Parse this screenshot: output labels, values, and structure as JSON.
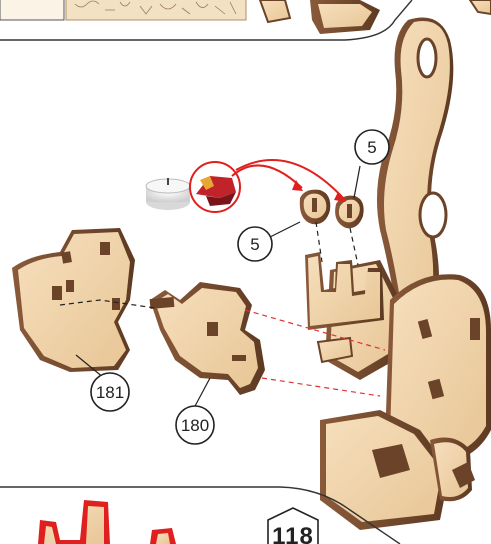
{
  "callouts": {
    "top_right": "5",
    "mid_left": "5",
    "part_a": "181",
    "part_b": "180"
  },
  "page": {
    "number": "118"
  },
  "icons": [
    "tea-light-candle-icon",
    "wax-block-icon"
  ],
  "colors": {
    "plywood_face": "#f0d4ac",
    "plywood_edge": "#7a4f33",
    "highlight_red": "#e0201e",
    "frame_line": "#333333"
  }
}
